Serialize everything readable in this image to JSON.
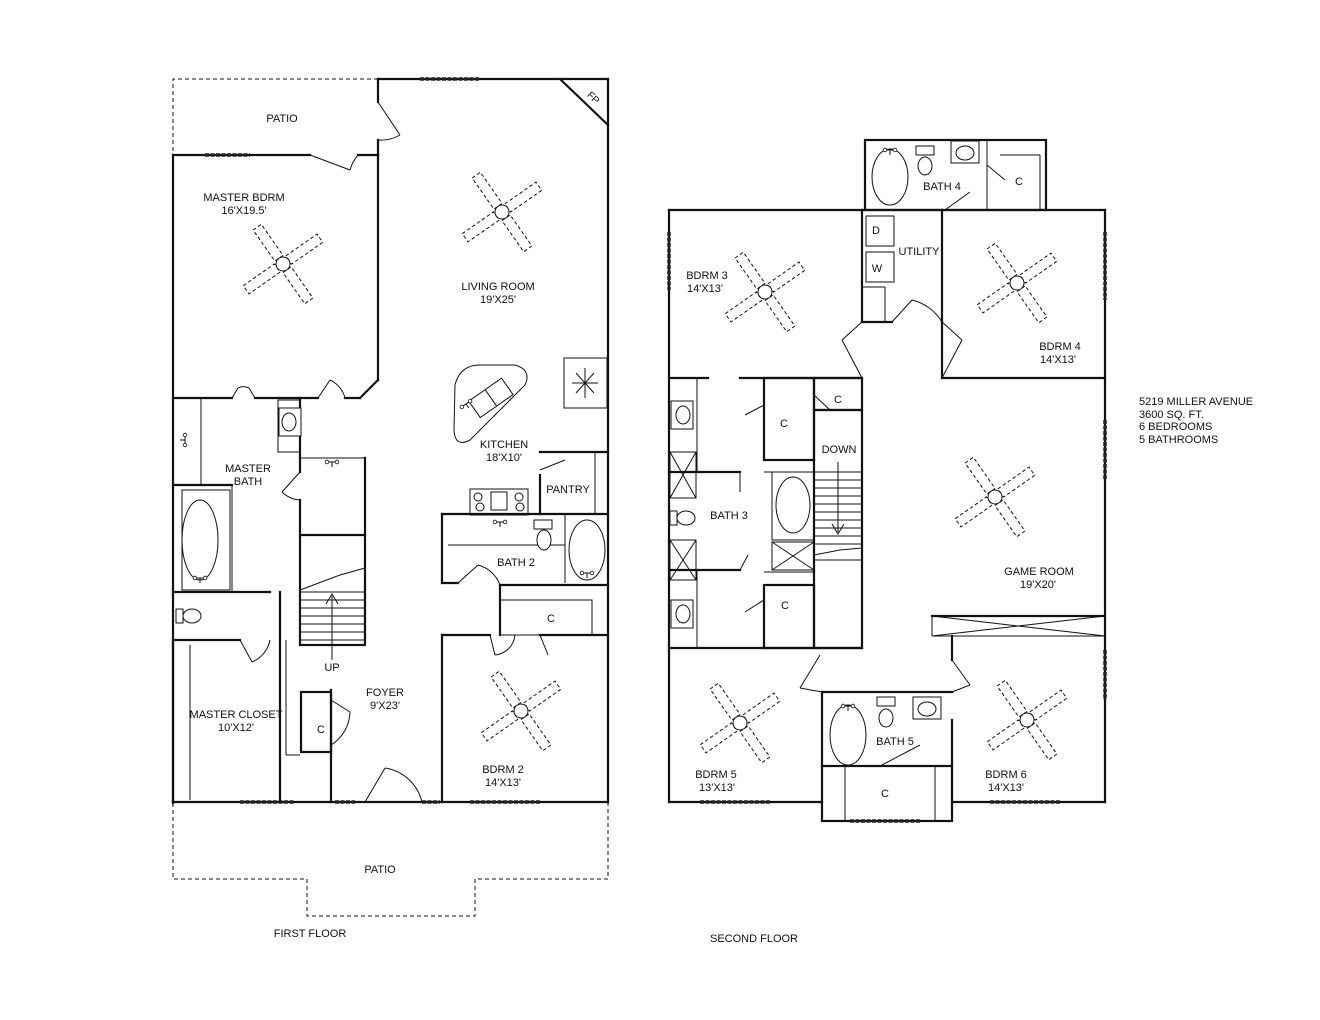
{
  "floors": {
    "first": "FIRST FLOOR",
    "second": "SECOND FLOOR"
  },
  "first_floor": {
    "patio_rear": "PATIO",
    "patio_front": "PATIO",
    "master_bdrm": {
      "name": "MASTER BDRM",
      "size": "16'X19.5'"
    },
    "living_room": {
      "name": "LIVING ROOM",
      "size": "19'X25'"
    },
    "fp": "FP",
    "master_bath": {
      "line1": "MASTER",
      "line2": "BATH"
    },
    "kitchen": {
      "name": "KITCHEN",
      "size": "18'X10'"
    },
    "pantry": "PANTRY",
    "bath2": "BATH 2",
    "closet_bath2": "C",
    "stairs": "UP",
    "foyer": {
      "name": "FOYER",
      "size": "9'X23'"
    },
    "closet_foyer": "C",
    "master_closet": {
      "name": "MASTER CLOSET",
      "size": "10'X12'"
    },
    "bdrm2": {
      "name": "BDRM 2",
      "size": "14'X13'"
    }
  },
  "second_floor": {
    "bath4": "BATH 4",
    "closet_bath4": "C",
    "utility": "UTILITY",
    "dryer": "D",
    "washer": "W",
    "bdrm3": {
      "name": "BDRM 3",
      "size": "14'X13'"
    },
    "bdrm4": {
      "name": "BDRM 4",
      "size": "14'X13'"
    },
    "closet_a": "C",
    "closet_b": "C",
    "closet_c": "C",
    "closet_d": "C",
    "stairs": "DOWN",
    "bath3": "BATH 3",
    "game_room": {
      "name": "GAME ROOM",
      "size": "19'X20'"
    },
    "bath5": "BATH 5",
    "bdrm5": {
      "name": "BDRM 5",
      "size": "13'X13'"
    },
    "bdrm6": {
      "name": "BDRM 6",
      "size": "14'X13'"
    }
  },
  "property": {
    "address": "5219 MILLER AVENUE",
    "area": "3600 SQ. FT.",
    "bedrooms": "6 BEDROOMS",
    "bathrooms": "5 BATHROOMS"
  }
}
